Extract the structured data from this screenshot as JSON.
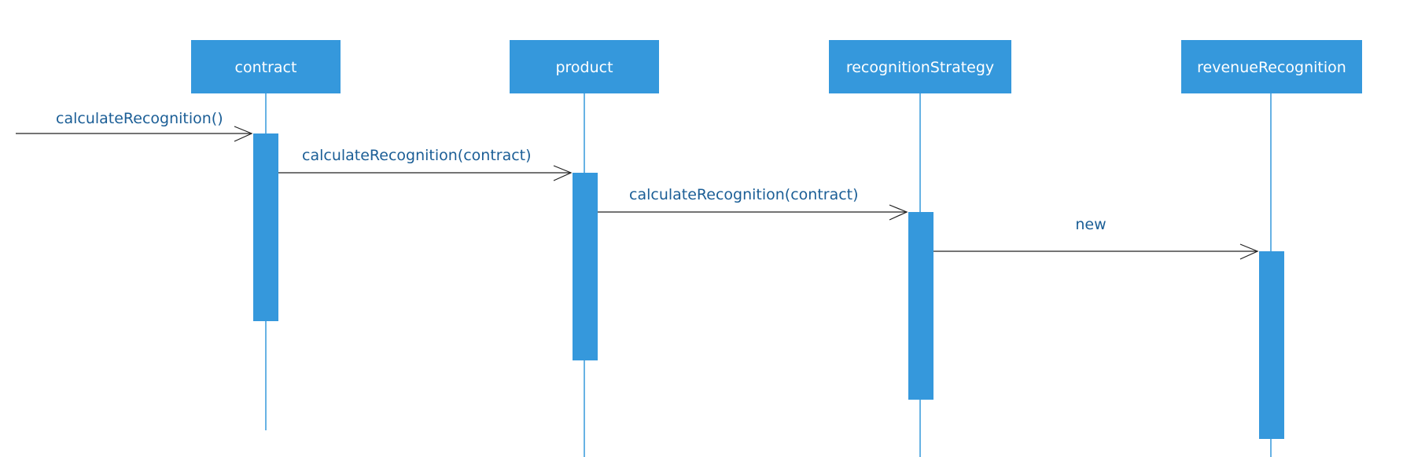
{
  "colors": {
    "participant_fill": "#3598dc",
    "participant_text": "#ffffff",
    "lifeline": "#3598dc",
    "activation": "#3598dc",
    "arrow": "#222222",
    "message_text": "#1b5e96"
  },
  "participants": [
    {
      "id": "contract",
      "label": "contract"
    },
    {
      "id": "product",
      "label": "product"
    },
    {
      "id": "recognitionStrategy",
      "label": "recognitionStrategy"
    },
    {
      "id": "revenueRecognition",
      "label": "revenueRecognition"
    }
  ],
  "messages": [
    {
      "from": null,
      "to": "contract",
      "label": "calculateRecognition()"
    },
    {
      "from": "contract",
      "to": "product",
      "label": "calculateRecognition(contract)"
    },
    {
      "from": "product",
      "to": "recognitionStrategy",
      "label": "calculateRecognition(contract)"
    },
    {
      "from": "recognitionStrategy",
      "to": "revenueRecognition",
      "label": "new"
    }
  ]
}
